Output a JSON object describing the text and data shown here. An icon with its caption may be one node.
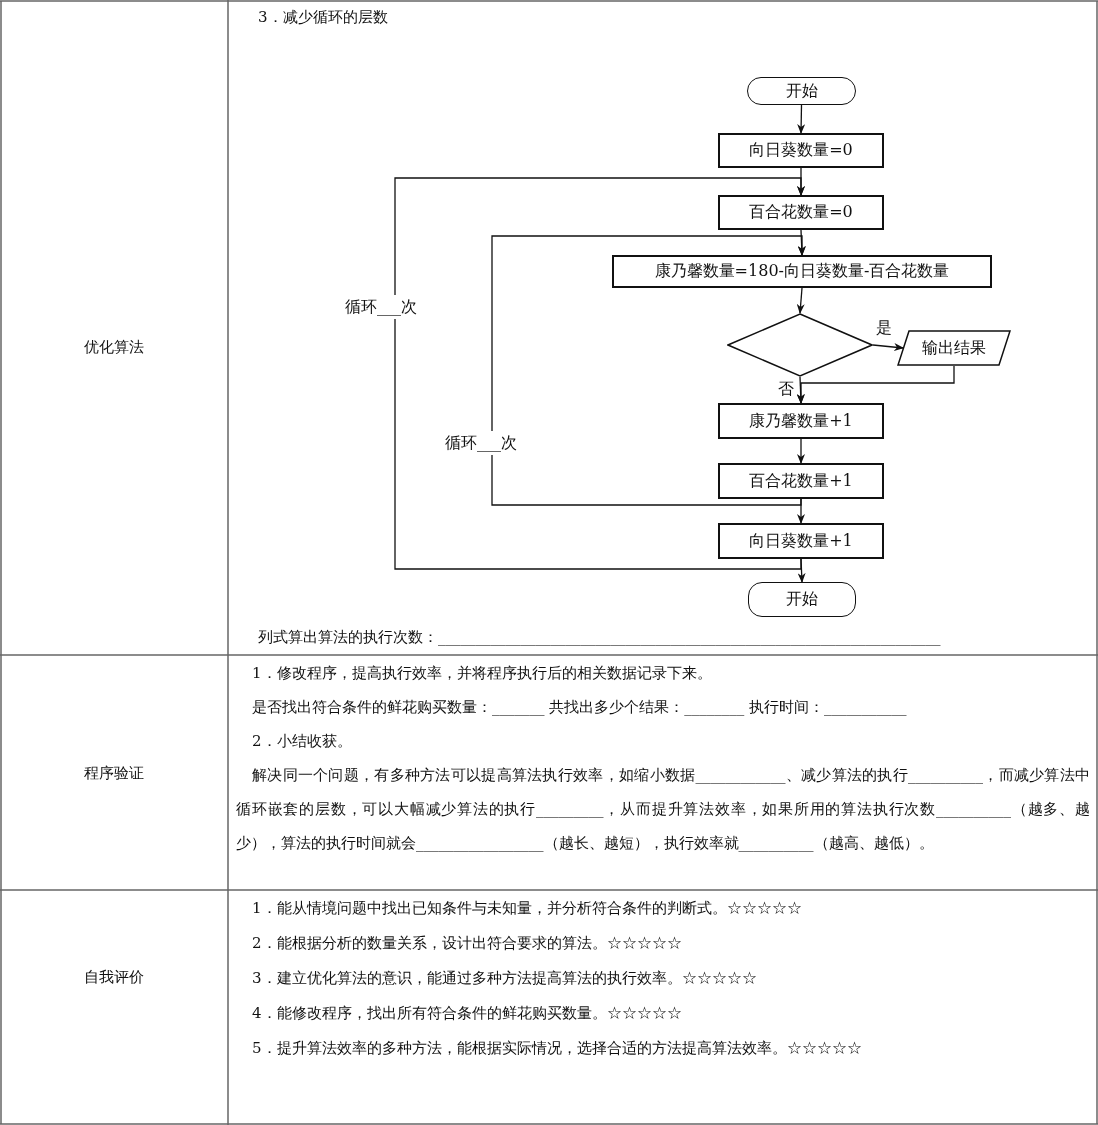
{
  "diagram": {
    "nodes": [
      {
        "text": [
          "开始"
        ]
      },
      {
        "text": [
          "向日葵数量=0"
        ]
      },
      {
        "text": [
          "百合花数量=0"
        ]
      },
      {
        "text": [
          "康乃馨数量=180-向日葵数量-百合花数量"
        ]
      },
      {
        "text": [],
        "shape": "diamond"
      },
      {
        "text": [
          "输出结果"
        ]
      },
      {
        "text": [
          "康乃馨数量+1"
        ]
      },
      {
        "text": [
          "百合花数量+1"
        ]
      },
      {
        "text": [
          "向日葵数量+1"
        ]
      },
      {
        "text": [
          "开始"
        ]
      }
    ],
    "edges": [
      {
        "from": 0,
        "to": 1,
        "arrow": "to"
      },
      {
        "from": 1,
        "to": 2,
        "arrow": "to"
      },
      {
        "from": 2,
        "to": 3,
        "arrow": "to"
      },
      {
        "from": 3,
        "to": 4,
        "arrow": "to"
      },
      {
        "from": 4,
        "to": 5,
        "arrow": "to",
        "label": "是"
      },
      {
        "from": 4,
        "to": 6,
        "arrow": "to",
        "label": "否"
      },
      {
        "from": 5,
        "to": 6,
        "arrow": "to"
      },
      {
        "from": 6,
        "to": 7,
        "arrow": "to"
      },
      {
        "from": 7,
        "to": 8,
        "arrow": "to"
      },
      {
        "from": 8,
        "to": 9,
        "arrow": "to"
      },
      {
        "from": 7,
        "to": 3,
        "arrow": "to",
        "label": "循环___次"
      },
      {
        "from": 8,
        "to": 2,
        "arrow": "to",
        "label": "循环___次"
      }
    ],
    "labels": [
      "优化算法",
      "3．减少循环的层数",
      "列式算出算法的执行次数：___________________________________________________________________",
      "程序验证",
      "1．修改程序，提高执行效率，并将程序执行后的相关数据记录下来。",
      "是否找出符合条件的鲜花购买数量：_______ 共找出多少个结果：________ 执行时间：___________",
      "2．小结收获。",
      "解决同一个问题，有多种方法可以提高算法执行效率，如缩小数据____________、减少算法的执行__________，而减少算法中循环嵌套的层数，可以大幅减少算法的执行_________，从而提升算法效率，如果所用的算法执行次数__________（越多、越少），算法的执行时间就会_________________（越长、越短），执行效率就__________（越高、越低）。",
      "自我评价",
      "1．能从情境问题中找出已知条件与未知量，并分析符合条件的判断式。☆☆☆☆☆",
      "2．能根据分析的数量关系，设计出符合要求的算法。☆☆☆☆☆",
      "3．建立优化算法的意识，能通过多种方法提高算法的执行效率。☆☆☆☆☆",
      "4．能修改程序，找出所有符合条件的鲜花购买数量。☆☆☆☆☆",
      "5．提升算法效率的多种方法，能根据实际情况，选择合适的方法提高算法效率。☆☆☆☆☆"
    ]
  }
}
